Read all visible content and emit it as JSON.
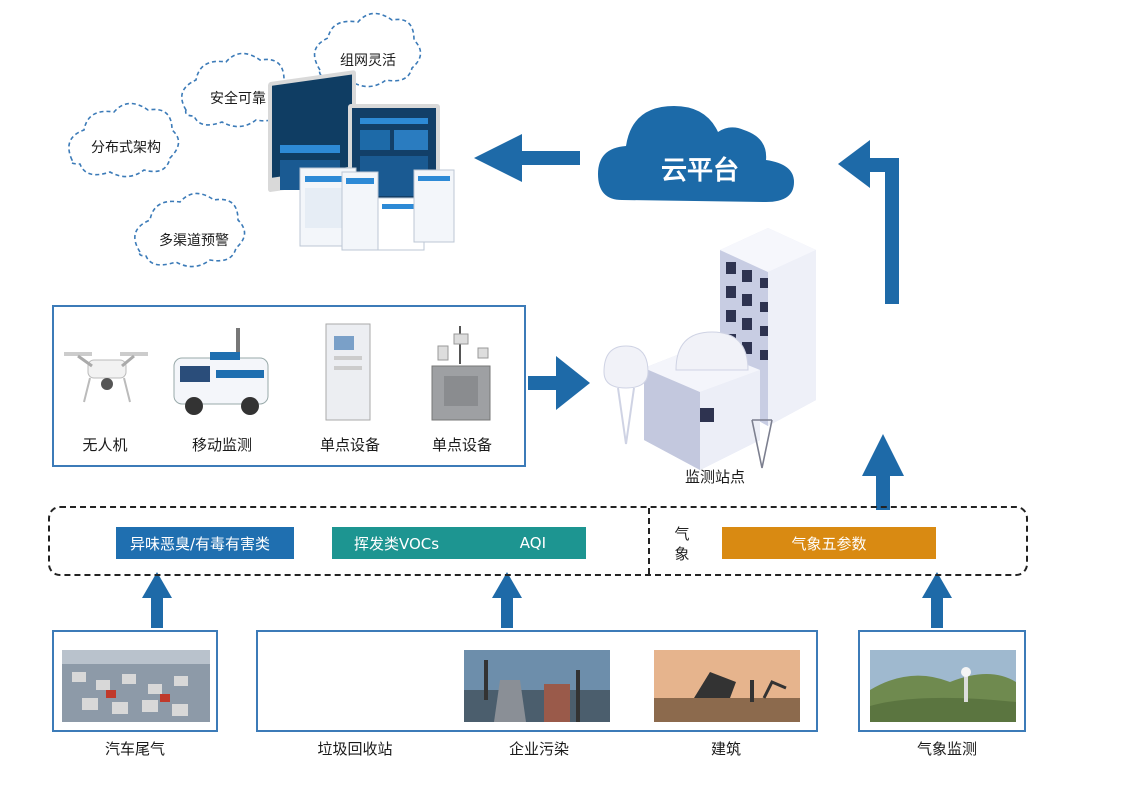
{
  "clouds": {
    "distributed": "分布式架构",
    "safe": "安全可靠",
    "flexible": "组网灵活",
    "alert": "多渠道预警"
  },
  "cloud_platform": "云平台",
  "devices": {
    "drone": "无人机",
    "mobile": "移动监测",
    "single1": "单点设备",
    "single2": "单点设备"
  },
  "station": "监测站点",
  "tags": {
    "odor": "异味恶臭/有毒有害类",
    "vocs": "挥发类VOCs",
    "aqi": "AQI",
    "weather_side": "气\n象",
    "weather": "气象五参数"
  },
  "sources": {
    "car": "汽车尾气",
    "garbage": "垃圾回收站",
    "industry": "企业污染",
    "construction": "建筑",
    "weather": "气象监测"
  },
  "colors": {
    "blue": "#1f6fb0",
    "teal": "#1d9591",
    "orange": "#d98a12",
    "arrow": "#1e6aa8"
  }
}
